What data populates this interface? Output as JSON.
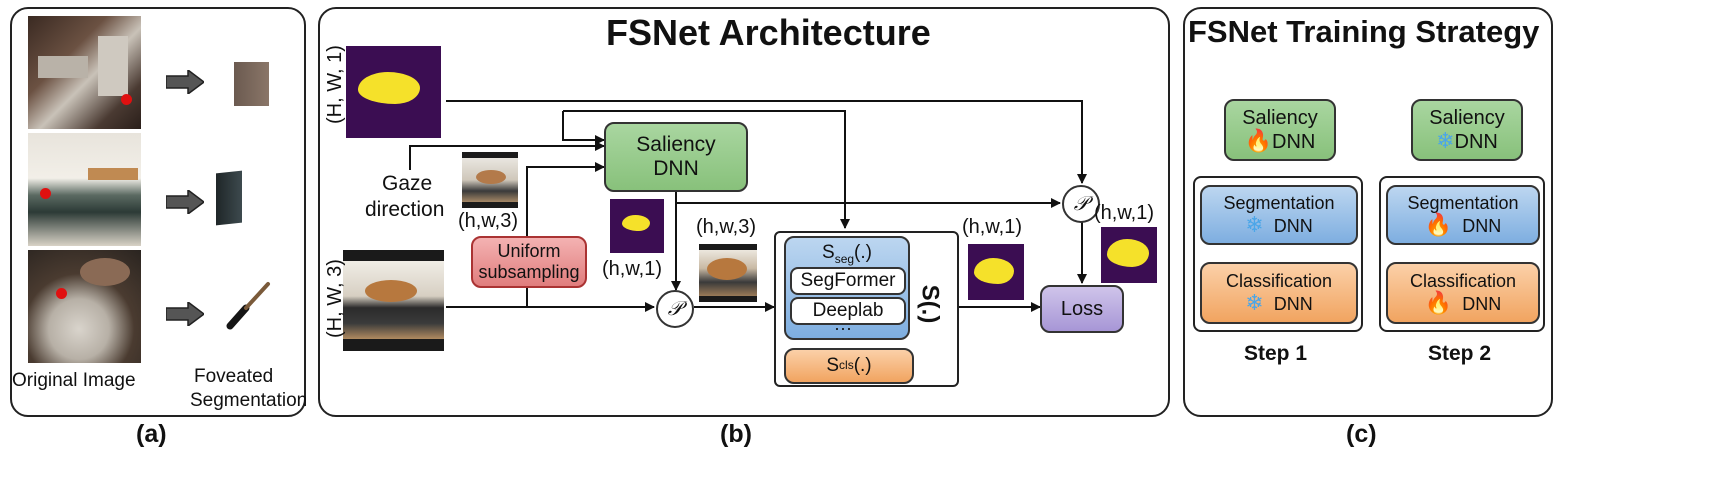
{
  "panel_a": {
    "caption": "(a)",
    "original_label": "Original Image",
    "foveated_label_line1": "Foveated",
    "foveated_label_line2": "Segmentation"
  },
  "panel_b": {
    "title": "FSNet Architecture",
    "caption": "(b)",
    "mask_dim_label": "(H, W, 1)",
    "image_dim_label": "(H, W, 3)",
    "gaze_line1": "Gaze",
    "gaze_line2": "direction",
    "small_img_label": "(h,w,3)",
    "saliency_line1": "Saliency",
    "saliency_line2": "DNN",
    "uniform_line1": "Uniform",
    "uniform_line2": "subsampling",
    "small_mask_label": "(h,w,1)",
    "p_symbol": "𝒫",
    "warped_img_label": "(h,w,3)",
    "sseg_main": "S",
    "sseg_sub": "seg",
    "sseg_args": "(.)",
    "segformer": "SegFormer",
    "deeplab": "Deeplab",
    "ellipsis": "···",
    "scls_main": "S",
    "scls_sub": "cls",
    "scls_args": "(.)",
    "s_rotated": "S(.)",
    "pred_mask_label": "(h,w,1)",
    "gt_mask_label": "(h,w,1)",
    "loss": "Loss"
  },
  "panel_c": {
    "title": "FSNet Training Strategy",
    "caption": "(c)",
    "saliency_line1": "Saliency",
    "saliency_line2": "DNN",
    "segmentation_line1": "Segmentation",
    "segmentation_line2": "DNN",
    "classification_line1": "Classification",
    "classification_line2": "DNN",
    "step1": "Step 1",
    "step2": "Step 2"
  },
  "icons": {
    "trainable": "flame-icon",
    "frozen": "snowflake-icon",
    "arrow": "right-arrow-icon",
    "gaze_point": "red-dot-icon"
  },
  "colors": {
    "saliency": "#88c17b",
    "segmentation": "#7eaee0",
    "classification": "#f1a460",
    "uniform": "#e07d7d",
    "loss": "#a796d6",
    "mask_bg": "#3b0d52",
    "mask_fg": "#f5e12a",
    "gaze_dot": "#e01010"
  }
}
